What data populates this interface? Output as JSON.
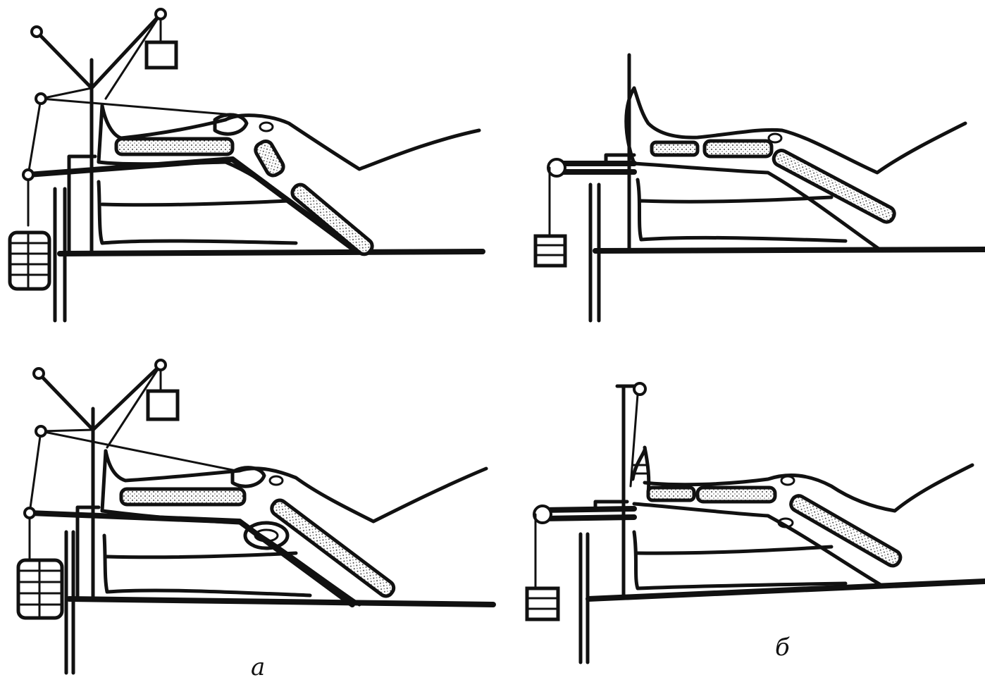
{
  "labels": {
    "a": "а",
    "b": "б"
  },
  "colors": {
    "ink": "#111111",
    "background": "#ffffff"
  },
  "panels": [
    {
      "id": "top-left",
      "method": "a",
      "description_icon": "skeletal-traction-lower-leg"
    },
    {
      "id": "bottom-left",
      "method": "a",
      "description_icon": "skeletal-traction-lower-leg-with-cushion"
    },
    {
      "id": "top-right",
      "method": "b",
      "description_icon": "foot-traction"
    },
    {
      "id": "bottom-right",
      "method": "b",
      "description_icon": "foot-traction-with-support"
    }
  ]
}
